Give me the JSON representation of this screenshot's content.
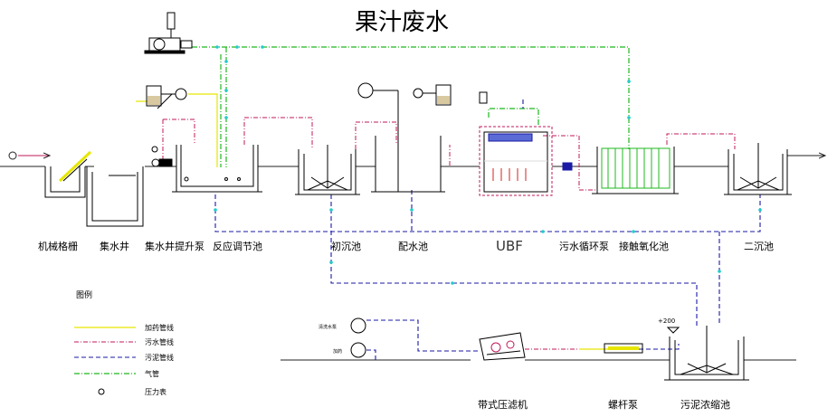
{
  "title": "果汁废水",
  "colors": {
    "dosing": "#e6e600",
    "sewage": "#c2185b",
    "sludge": "#1a1aa6",
    "air": "#1fb81f",
    "water_line": "#222222",
    "equipment": "#000000",
    "air_dot": "#22cccc"
  },
  "units": [
    {
      "id": "screen",
      "label": "机械格栅"
    },
    {
      "id": "sump",
      "label": "集水井"
    },
    {
      "id": "lift_pump",
      "label": "集水井提升泵"
    },
    {
      "id": "equalization",
      "label": "反应调节池"
    },
    {
      "id": "primary_clarifier",
      "label": "初沉池"
    },
    {
      "id": "mixing_tank",
      "label": "配水池"
    },
    {
      "id": "ubf",
      "label": "UBF"
    },
    {
      "id": "recirc_pump",
      "label": "污水循环泵"
    },
    {
      "id": "contact_oxidation",
      "label": "接触氧化池"
    },
    {
      "id": "secondary_clarifier",
      "label": "二沉池"
    },
    {
      "id": "belt_press",
      "label": "带式压滤机"
    },
    {
      "id": "screw_pump",
      "label": "螺杆泵"
    },
    {
      "id": "thickener",
      "label": "污泥浓缩池"
    }
  ],
  "legend": {
    "title": "图例",
    "items": [
      {
        "label": "加药管线",
        "color": "#e6e600",
        "icon": "solid-line"
      },
      {
        "label": "污水管线",
        "color": "#c2185b",
        "icon": "dash-dot-line"
      },
      {
        "label": "污泥管线",
        "color": "#1a1aa6",
        "icon": "dash-line"
      },
      {
        "label": "气管",
        "color": "#1fb81f",
        "icon": "dot-dash-line"
      },
      {
        "label": "压力表",
        "color": "#000000",
        "icon": "pressure-gauge-icon"
      }
    ]
  },
  "annotations": {
    "level_mark": "+200",
    "flush_pump": "清洗水泵",
    "dosing_device": "加药"
  }
}
